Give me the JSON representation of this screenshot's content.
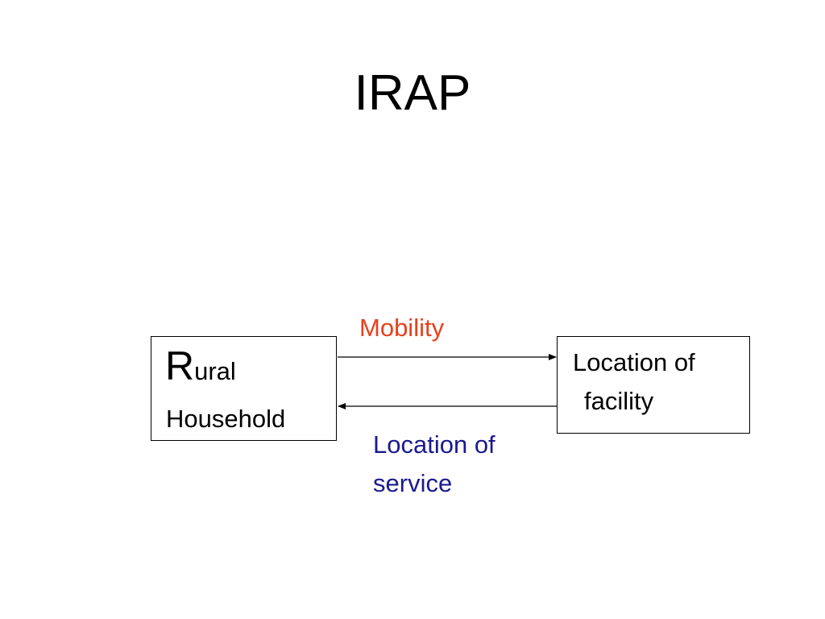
{
  "slide": {
    "title": "IRAP"
  },
  "diagram": {
    "left_box": {
      "initial": "R",
      "line1_rest": "ural",
      "line2": "Household"
    },
    "right_box": {
      "line1": "Location of",
      "line2": "facility"
    },
    "top_arrow_label": "Mobility",
    "bottom_arrow_label": {
      "line1": "Location of",
      "line2": "service"
    },
    "colors": {
      "mobility_label": "#e8401c",
      "service_label": "#1a1a8f",
      "stroke": "#000000"
    }
  }
}
